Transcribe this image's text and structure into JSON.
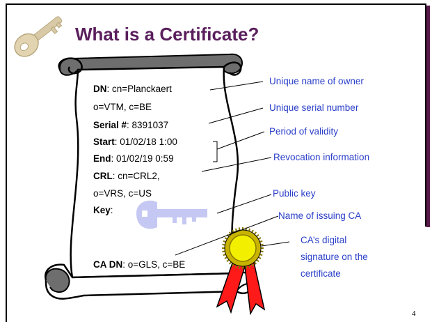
{
  "slide": {
    "title": "What is a Certificate?",
    "page_number": "4"
  },
  "certificate": {
    "dn_label": "DN",
    "dn_value": ": cn=Planckaert",
    "dn_cont": "o=VTM, c=BE",
    "serial_label": "Serial #",
    "serial_value": ": 8391037",
    "start_label": "Start",
    "start_value": ":  01/02/18 1:00",
    "end_label": "End",
    "end_value": ":  01/02/19 0:59",
    "crl_label": "CRL",
    "crl_value": ":    cn=CRL2,",
    "crl_cont": "o=VRS, c=US",
    "key_label": "Key",
    "key_value": ":",
    "cadn_label": "CA DN",
    "cadn_value": ": o=GLS, c=BE"
  },
  "callouts": {
    "owner": "Unique name of owner",
    "serial": "Unique serial number",
    "validity": "Period of validity",
    "revocation": "Revocation information",
    "pubkey": "Public key",
    "issuer": "Name of issuing CA",
    "sig_line1": "CA’s digital",
    "sig_line2": "signature on the",
    "sig_line3": "certificate"
  },
  "colors": {
    "title": "#5a1f5c",
    "callout_text": "#2a3fc8",
    "scroll_shadow": "#6e6e6e",
    "key_fill": "#c5c8f2",
    "seal_outer": "#c8b400",
    "seal_inner": "#f2f000",
    "ribbon": "#ff1a1a"
  },
  "icons": [
    "key-logo-icon",
    "scroll-icon",
    "public-key-icon",
    "seal-icon",
    "ribbon-icon"
  ]
}
